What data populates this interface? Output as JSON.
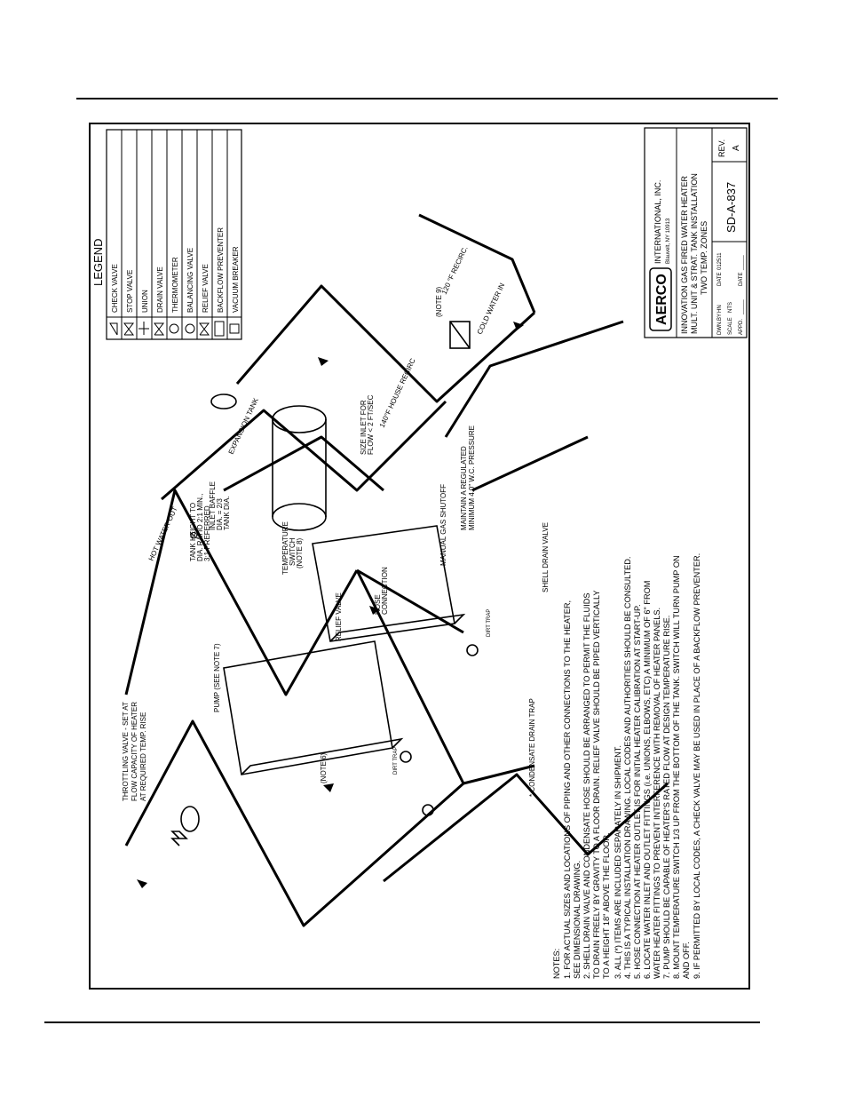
{
  "legend": {
    "title": "LEGEND",
    "items": [
      {
        "icon": "check-valve-icon",
        "label": "CHECK VALVE"
      },
      {
        "icon": "stop-valve-icon",
        "label": "STOP VALVE"
      },
      {
        "icon": "union-icon",
        "label": "UNION"
      },
      {
        "icon": "drain-valve-icon",
        "label": "DRAIN VALVE"
      },
      {
        "icon": "thermometer-icon",
        "label": "THERMOMETER"
      },
      {
        "icon": "balancing-valve-icon",
        "label": "BALANCING VALVE"
      },
      {
        "icon": "relief-valve-icon",
        "label": "RELIEF VALVE"
      },
      {
        "icon": "backflow-preventer-icon",
        "label": "BACKFLOW PREVENTER"
      },
      {
        "icon": "vacuum-breaker-icon",
        "label": "VACUUM BREAKER"
      }
    ]
  },
  "title_block": {
    "company": "INTERNATIONAL, INC.",
    "address": "Blauvelt, NY 10913",
    "title_line1": "INNOVATION GAS FIRED WATER HEATER",
    "title_line2": "MULT. UNIT & STRAT. TANK INSTALLATION",
    "title_line3": "TWO TEMP. ZONES",
    "drwn_by": "DWN.BY",
    "drwn_by_val": "HN",
    "date_lbl": "DATE",
    "date_val": "012511",
    "scale_lbl": "SCALE",
    "scale_val": "NTS",
    "appd_lbl": "APPD.",
    "appd_val": "_____",
    "date2_lbl": "DATE",
    "date2_val": "_____",
    "drawing_no": "SD-A-837",
    "rev_lbl": "REV.",
    "rev_val": "A"
  },
  "labels": {
    "throttling1": "THROTTLING VALVE - SET AT",
    "throttling2": "FLOW CAPACITY OF HEATER",
    "throttling3": "AT REQUIRED TEMP. RISE",
    "pump": "PUMP (SEE NOTE 7)",
    "note6": "(NOTE 6)",
    "dirt_trap1": "DIRT TRAP",
    "dirt_trap2": "DIRT TRAP",
    "condensate": "* CONDENSATE DRAIN TRAP",
    "relief_valve": "RELIEF VALVE",
    "hose1": "HOSE",
    "hose2": "CONNECTION",
    "shell_drain": "SHELL DRAIN VALVE",
    "tank_h1": "TANK HEIGHT TO",
    "tank_h2": "DIA. RATIO 2:1 MIN.,",
    "tank_h3": "3:1 PREFERRED",
    "temp_sw1": "TEMPERATURE",
    "temp_sw2": "SWITCH",
    "temp_sw3": "(NOTE 8)",
    "inlet_baffle1": "INLET BAFFLE",
    "inlet_baffle2": "DIA. = 2/3",
    "inlet_baffle3": "TANK DIA.",
    "manual_gas": "MANUAL GAS SHUTOFF",
    "maintain1": "MAINTAIN A REGULATED",
    "maintain2": "MINIMUM 4.0\" W.C. PRESSURE",
    "hot_water_out": "HOT WATER OUT",
    "expansion_tank": "EXPANSION TANK",
    "size_inlet1": "SIZE INLET FOR",
    "size_inlet2": "FLOW < 2 FT/SEC",
    "house_recirc": "140°F HOUSE RECIRC",
    "recirc_120": "120 °F RECIRC.",
    "note9": "(NOTE 9)",
    "cold_water_in": "COLD WATER IN",
    "dia_symbol": "Ø"
  },
  "notes": {
    "heading": "NOTES:",
    "lines": [
      "1. FOR ACTUAL SIZES AND LOCATIONS OF PIPING AND OTHER CONNECTIONS TO THE HEATER,",
      "    SEE DIMENSIONAL DRAWING.",
      "2. SHELL DRAIN VALVE AND CONDENSATE HOSE SHOULD BE ARRANGED  TO PERMIT THE FLUIDS",
      "    TO DRAIN FREELY BY GRAVITY TO A FLOOR DRAIN. RELIEF VALVE SHOULD BE PIPED VERTICALLY",
      "    TO A HEIGHT 18\" ABOVE THE FLOOR.",
      "3. ALL (*) ITEMS ARE INCLUDED SEPARATELY IN SHIPMENT.",
      "4. THIS IS A TYPICAL INSTALLATION DRAWING. LOCAL CODES AND AUTHORITIES SHOULD BE CONSULTED.",
      "5. HOSE CONNECTION AT HEATER OUTLET IS FOR INITIAL HEATER CALIBRATION AT START-UP.",
      "6. LOCATE WATER INLET AND OUTLET FITTINGS (i.e. UNIONS, ELBOWS, ETC) A MINIMUM OF 6\" FROM",
      "    WATER HEATER FITTINGS TO PREVENT INTERFERENCE WITH REMOVAL OF HEATER PANELS.",
      "7. PUMP SHOULD BE CAPABLE OF HEATER'S RATED FLOW AT DESIGN TEMPERATURE RISE.",
      "8. MOUNT TEMPERATURE SWITCH 1/3 UP FROM THE BOTTOM OF THE TANK. SWITCH WILL TURN PUMP ON",
      "    AND OFF.",
      "9. IF PERMITTED BY LOCAL CODES, A CHECK VALVE MAY BE USED IN PLACE OF A BACKFLOW PREVENTER."
    ]
  }
}
